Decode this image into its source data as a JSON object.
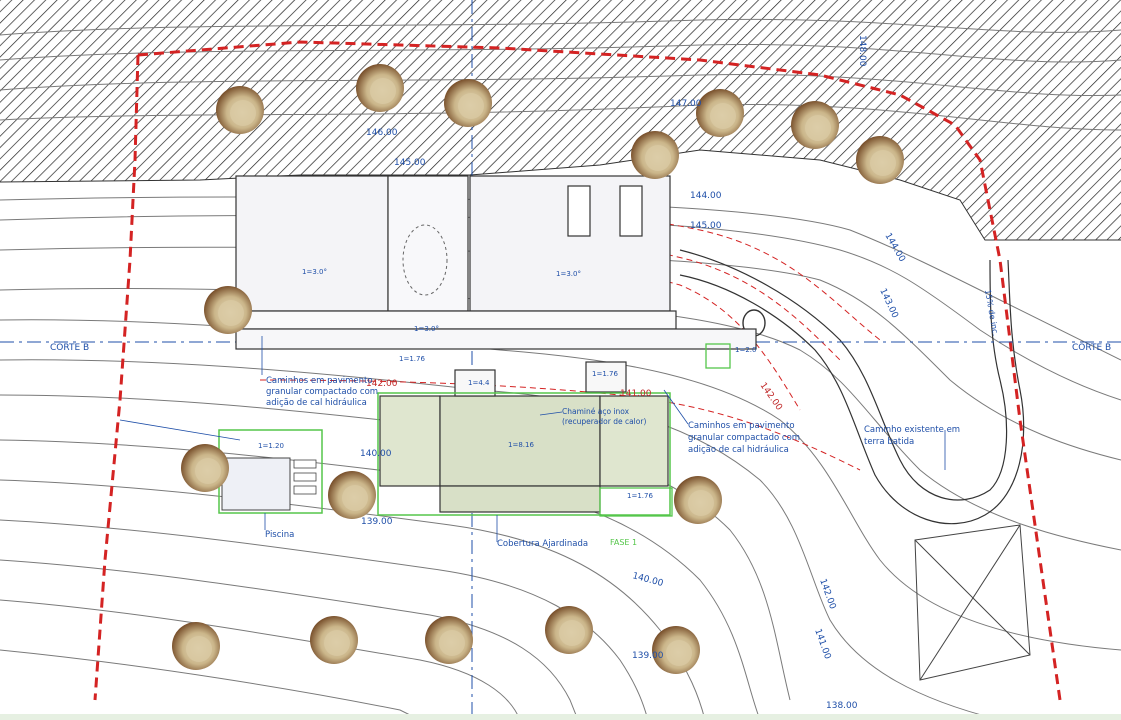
{
  "section_label_left": "CORTE B",
  "section_label_right": "CORTE B",
  "contours": [
    {
      "text": "148.00"
    },
    {
      "text": "147.00"
    },
    {
      "text": "146.00"
    },
    {
      "text": "145.00"
    },
    {
      "text": "144.00"
    },
    {
      "text": "145.00"
    },
    {
      "text": "144.00"
    },
    {
      "text": "143.00"
    },
    {
      "text": "142.00"
    },
    {
      "text": "142.00"
    },
    {
      "text": "141.00"
    },
    {
      "text": "140.00"
    },
    {
      "text": "142.00"
    },
    {
      "text": "141.00"
    },
    {
      "text": "139.00"
    },
    {
      "text": "140.00"
    },
    {
      "text": "139.00"
    },
    {
      "text": "138.00"
    }
  ],
  "levels": {
    "top_left_room": "1=3.0°",
    "top_right_room": "1=3.0°",
    "corridor": "1=3.0°",
    "lower_left": "1=1.76",
    "lower_mid": "1=4.4",
    "lower_right": "1=1.76",
    "right_path": "1=2.0",
    "pool_level": "1=1.20",
    "main_block": "1=8.16",
    "bottom_block": "1=1.76"
  },
  "annotations": {
    "paving_left": [
      "Caminhos em pavimento",
      "granular compactado com",
      "adição de cal hidráulica"
    ],
    "paving_right": [
      "Caminhos em pavimento",
      "granular compactado com",
      "adição de cal hidráulica"
    ],
    "chimney": [
      "Chaminé aço inox",
      "(recuperador de calor)"
    ],
    "existing_path": [
      "Caminho existente em",
      "terra batida"
    ],
    "slope": "15% de inc.",
    "pool": "Piscina",
    "green_roof": "Cobertura Ajardinada",
    "phase": "FASE 1"
  },
  "colors": {
    "boundary": "#d42323",
    "contour": "#7a7a7a",
    "blue_annotation": "#1f4fa8",
    "building_fill": "#dfe6cf",
    "green_outline": "#55c64a",
    "tree_outer": "#6b3f1c",
    "tree_inner": "#d8c7a0"
  }
}
